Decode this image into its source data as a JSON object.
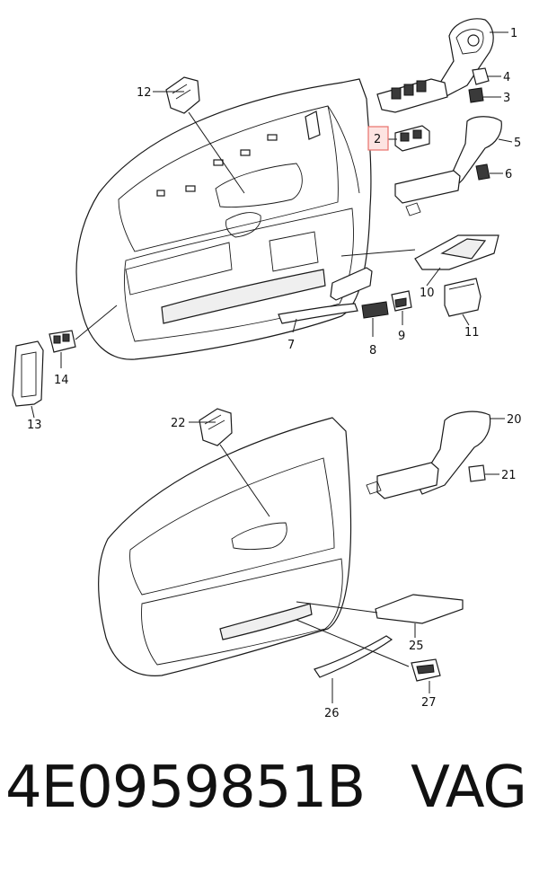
{
  "labels": {
    "l1": "1",
    "l2": "2",
    "l3": "3",
    "l4": "4",
    "l5": "5",
    "l6": "6",
    "l7": "7",
    "l8": "8",
    "l9": "9",
    "l10": "10",
    "l11": "11",
    "l12": "12",
    "l13": "13",
    "l14": "14",
    "l20": "20",
    "l21": "21",
    "l22": "22",
    "l25": "25",
    "l26": "26",
    "l27": "27"
  },
  "highlight": {
    "label": "2",
    "color": "#e8706a",
    "fill": "#fde4e2"
  },
  "footer": {
    "part_number": "4E0959851B",
    "brand": "VAG"
  }
}
